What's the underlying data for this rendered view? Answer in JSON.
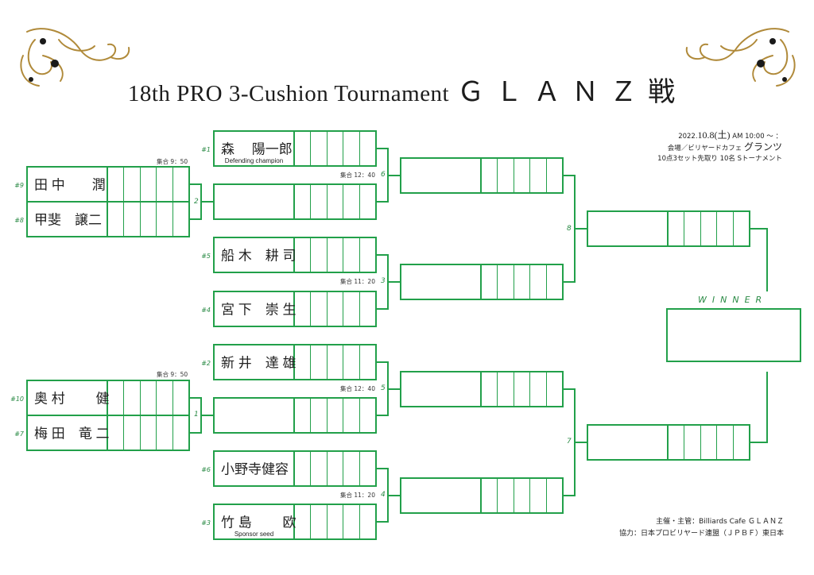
{
  "title": {
    "main": "18th PRO 3-Cushion Tournament",
    "glanz": "ＧＬＡＮＺ戦"
  },
  "event": {
    "date_prefix": "2022.",
    "date_main": "10.8(土)",
    "time": "AM 10:00 ～ ：",
    "venue_label": "会場／ビリヤードカフェ",
    "venue_name": "グランツ",
    "format": "10点3セット先取り 10名 Sトーナメント"
  },
  "players": [
    {
      "seed": "#9",
      "name": "田 中　　潤",
      "note": ""
    },
    {
      "seed": "#8",
      "name": "甲斐　譲二",
      "note": ""
    },
    {
      "seed": "#1",
      "name": "森　 陽一郎",
      "note": "Defending champion"
    },
    {
      "seed": "#5",
      "name": "船 木　耕 司",
      "note": ""
    },
    {
      "seed": "#4",
      "name": "宮 下　崇 生",
      "note": ""
    },
    {
      "seed": "#2",
      "name": "新 井　達 雄",
      "note": ""
    },
    {
      "seed": "#10",
      "name": "奥 村　　 健",
      "note": ""
    },
    {
      "seed": "#7",
      "name": "梅 田　竜 二",
      "note": ""
    },
    {
      "seed": "#6",
      "name": "小野寺健容",
      "note": ""
    },
    {
      "seed": "#3",
      "name": "竹 島　　 欧",
      "note": "Sponsor seed"
    }
  ],
  "matches": [
    "1",
    "2",
    "3",
    "4",
    "5",
    "6",
    "7",
    "8"
  ],
  "gathering": {
    "g950a": "集合 9：50",
    "g1240a": "集合 12：40",
    "g1120a": "集合 11：20",
    "g950b": "集合 9：50",
    "g1240b": "集合 12：40",
    "g1120b": "集合 11：20"
  },
  "winner_label": "WINNER",
  "footer": {
    "organizer": "主催・主管：Billiards Cafe ＧＬＡＮＺ",
    "cooperation": "協力：日本プロビリヤード連盟（ＪＰＢＦ）東日本"
  },
  "colors": {
    "line": "#22a04a",
    "ornament": "#b08a3a"
  }
}
